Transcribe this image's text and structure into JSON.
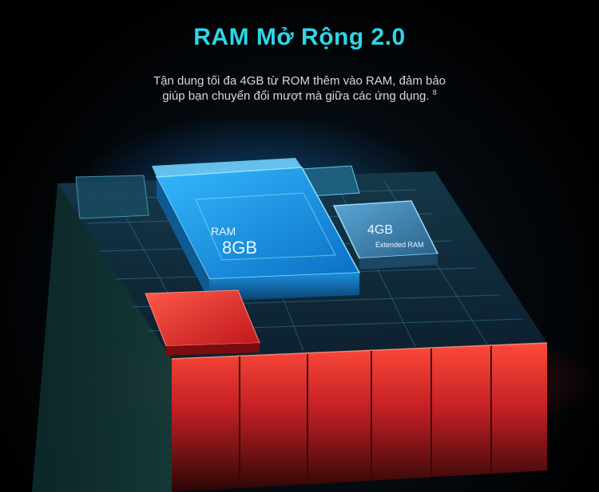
{
  "title": "RAM Mở Rộng 2.0",
  "subtitle": {
    "line1": "Tận dung tối đa 4GB từ ROM thêm vào RAM, đảm bảo",
    "line2": "giúp bạn chuyển đổi mượt mà giữa các ứng dụng.",
    "footnote": "8"
  },
  "chips": {
    "ram_label": "RAM",
    "ram_size": "8GB",
    "extended_size": "4GB",
    "extended_label": "Extended RAM"
  },
  "colors": {
    "title": "#2fd6e6",
    "ram_chip": "#1aa6ff",
    "extended_chip": "#6fb4dc",
    "red_block": "#e0262a"
  }
}
